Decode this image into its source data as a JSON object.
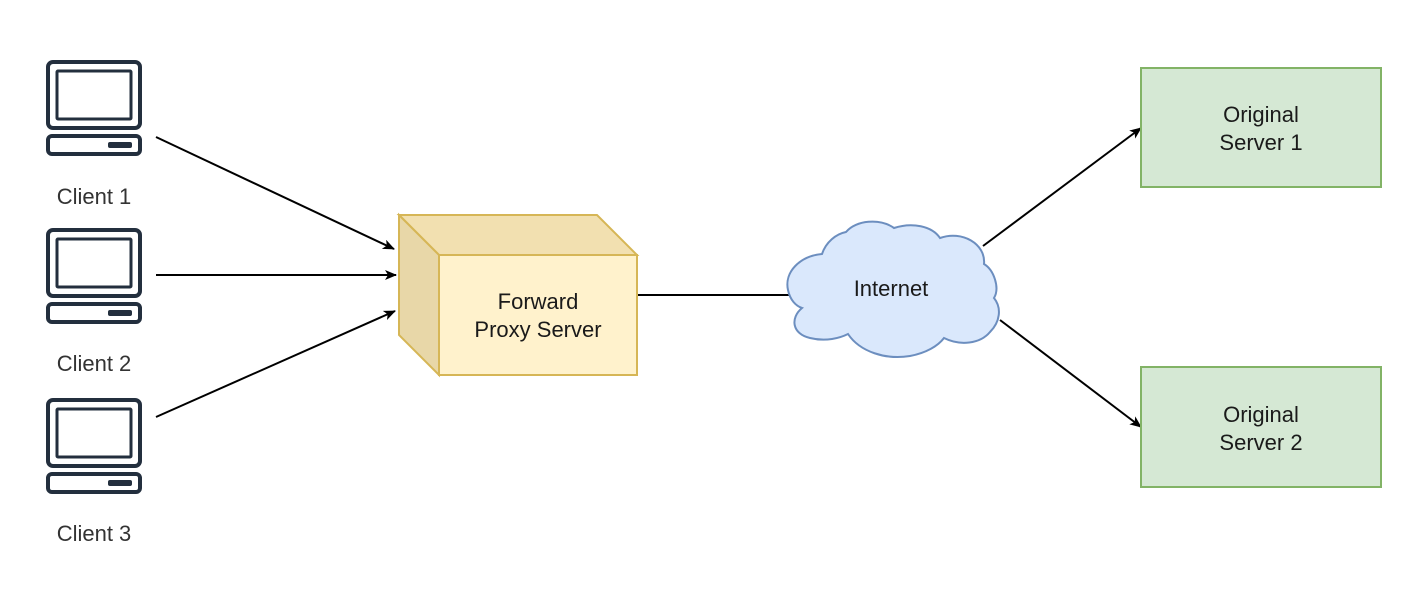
{
  "clients": [
    {
      "label": "Client 1"
    },
    {
      "label": "Client 2"
    },
    {
      "label": "Client 3"
    }
  ],
  "proxy": {
    "line1": "Forward",
    "line2": "Proxy Server"
  },
  "internet": {
    "label": "Internet"
  },
  "servers": [
    {
      "line1": "Original",
      "line2": "Server 1"
    },
    {
      "line1": "Original",
      "line2": "Server 2"
    }
  ],
  "colors": {
    "proxy_fill": "#fff2cc",
    "proxy_side": "#efdcae",
    "proxy_stroke": "#d6b656",
    "cloud_fill": "#dae8fc",
    "cloud_stroke": "#6c8ebf",
    "server_fill": "#d5e8d4",
    "server_stroke": "#82b366",
    "computer_stroke": "#232f3e",
    "edge": "#000000"
  },
  "icons": {
    "client": "desktop-computer-icon",
    "internet": "cloud-shape"
  }
}
